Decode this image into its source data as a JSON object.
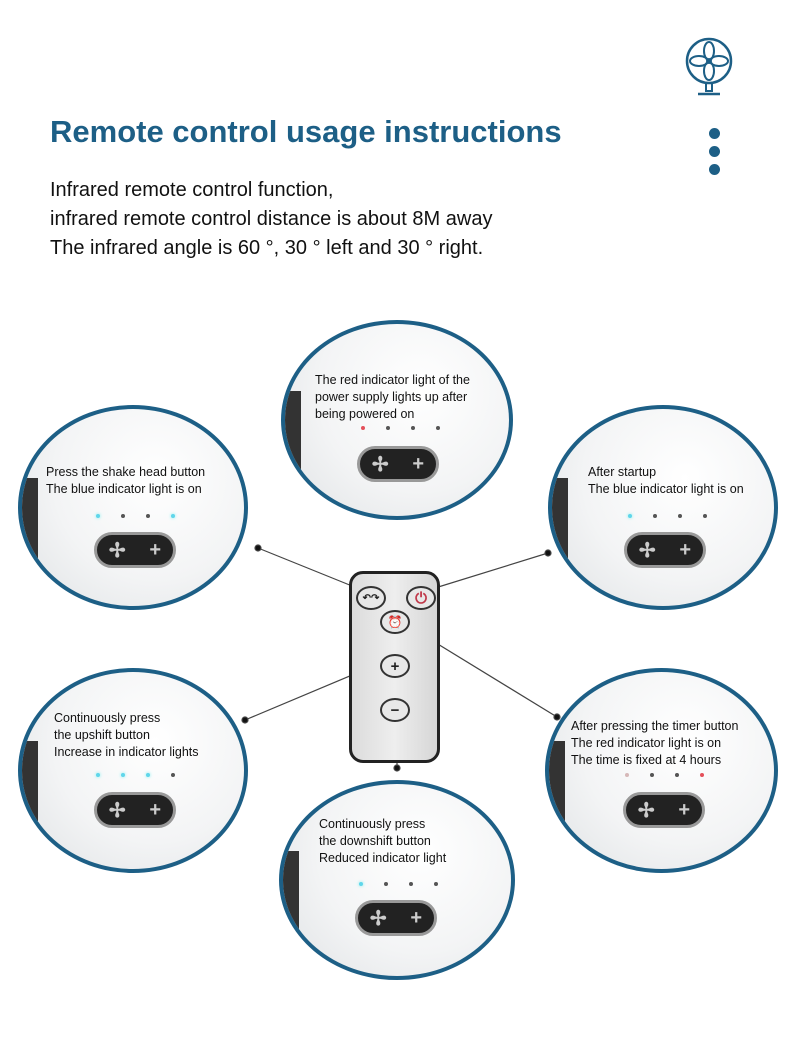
{
  "header": {
    "title": "Remote control usage instructions",
    "intro_lines": [
      "Infrared remote control function,",
      "infrared remote control distance is about 8M away",
      "The infrared angle is 60 °, 30 ° left and 30 ° right."
    ]
  },
  "colors": {
    "accent": "#1d5f86",
    "led_blue": "#5fd6ea",
    "led_red": "#e4505a"
  },
  "panels": {
    "top": {
      "lines": [
        "The red indicator light of the",
        "power supply lights up after",
        "being powered on"
      ],
      "leds": [
        "red",
        "off",
        "off",
        "off"
      ]
    },
    "left_top": {
      "lines": [
        "Press the shake head button",
        "The blue indicator light is on"
      ],
      "leds": [
        "blue",
        "off",
        "off",
        "blue"
      ]
    },
    "right_top": {
      "lines": [
        "After startup",
        "The blue indicator light is on"
      ],
      "leds": [
        "blue",
        "off",
        "off",
        "off"
      ]
    },
    "left_bottom": {
      "lines": [
        "Continuously press",
        "the upshift button",
        "Increase in indicator lights"
      ],
      "leds": [
        "blue",
        "blue",
        "blue",
        "off"
      ]
    },
    "right_bottom": {
      "lines": [
        "After pressing the timer button",
        "The red indicator light is on",
        "The time is fixed at 4 hours"
      ],
      "leds": [
        "pale",
        "off",
        "off",
        "red"
      ]
    },
    "bottom": {
      "lines": [
        "Continuously press",
        "the downshift button",
        "Reduced indicator light"
      ],
      "leds": [
        "blue",
        "off",
        "off",
        "off"
      ]
    }
  },
  "remote": {
    "buttons": [
      {
        "name": "oscillate",
        "glyph": "↶↷"
      },
      {
        "name": "power",
        "glyph": "⏻"
      },
      {
        "name": "timer",
        "glyph": "⏰"
      },
      {
        "name": "plus",
        "glyph": "+"
      },
      {
        "name": "minus",
        "glyph": "−"
      }
    ]
  },
  "icons": {
    "fan": "fan-icon",
    "more": "vertical-dots-icon"
  }
}
